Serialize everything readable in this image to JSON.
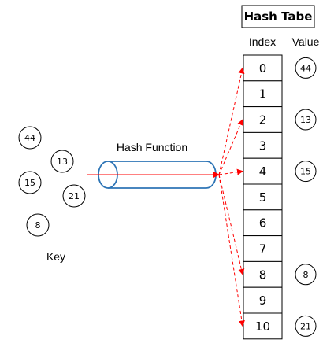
{
  "table": {
    "title": "Hash Tabe",
    "index_header": "Index",
    "value_header": "Value",
    "indices": [
      "0",
      "1",
      "2",
      "3",
      "4",
      "5",
      "6",
      "7",
      "8",
      "9",
      "10"
    ]
  },
  "values": [
    {
      "label": "44",
      "slot": 0
    },
    {
      "label": "13",
      "slot": 2
    },
    {
      "label": "15",
      "slot": 4
    },
    {
      "label": "8",
      "slot": 8
    },
    {
      "label": "21",
      "slot": 10
    }
  ],
  "keys": {
    "label": "Key",
    "items": [
      "44",
      "13",
      "15",
      "21",
      "8"
    ]
  },
  "hash_function": {
    "label": "Hash Function"
  },
  "colors": {
    "arrow": "#ff0000",
    "cylinder": "#2e75b6",
    "line": "#000000"
  }
}
